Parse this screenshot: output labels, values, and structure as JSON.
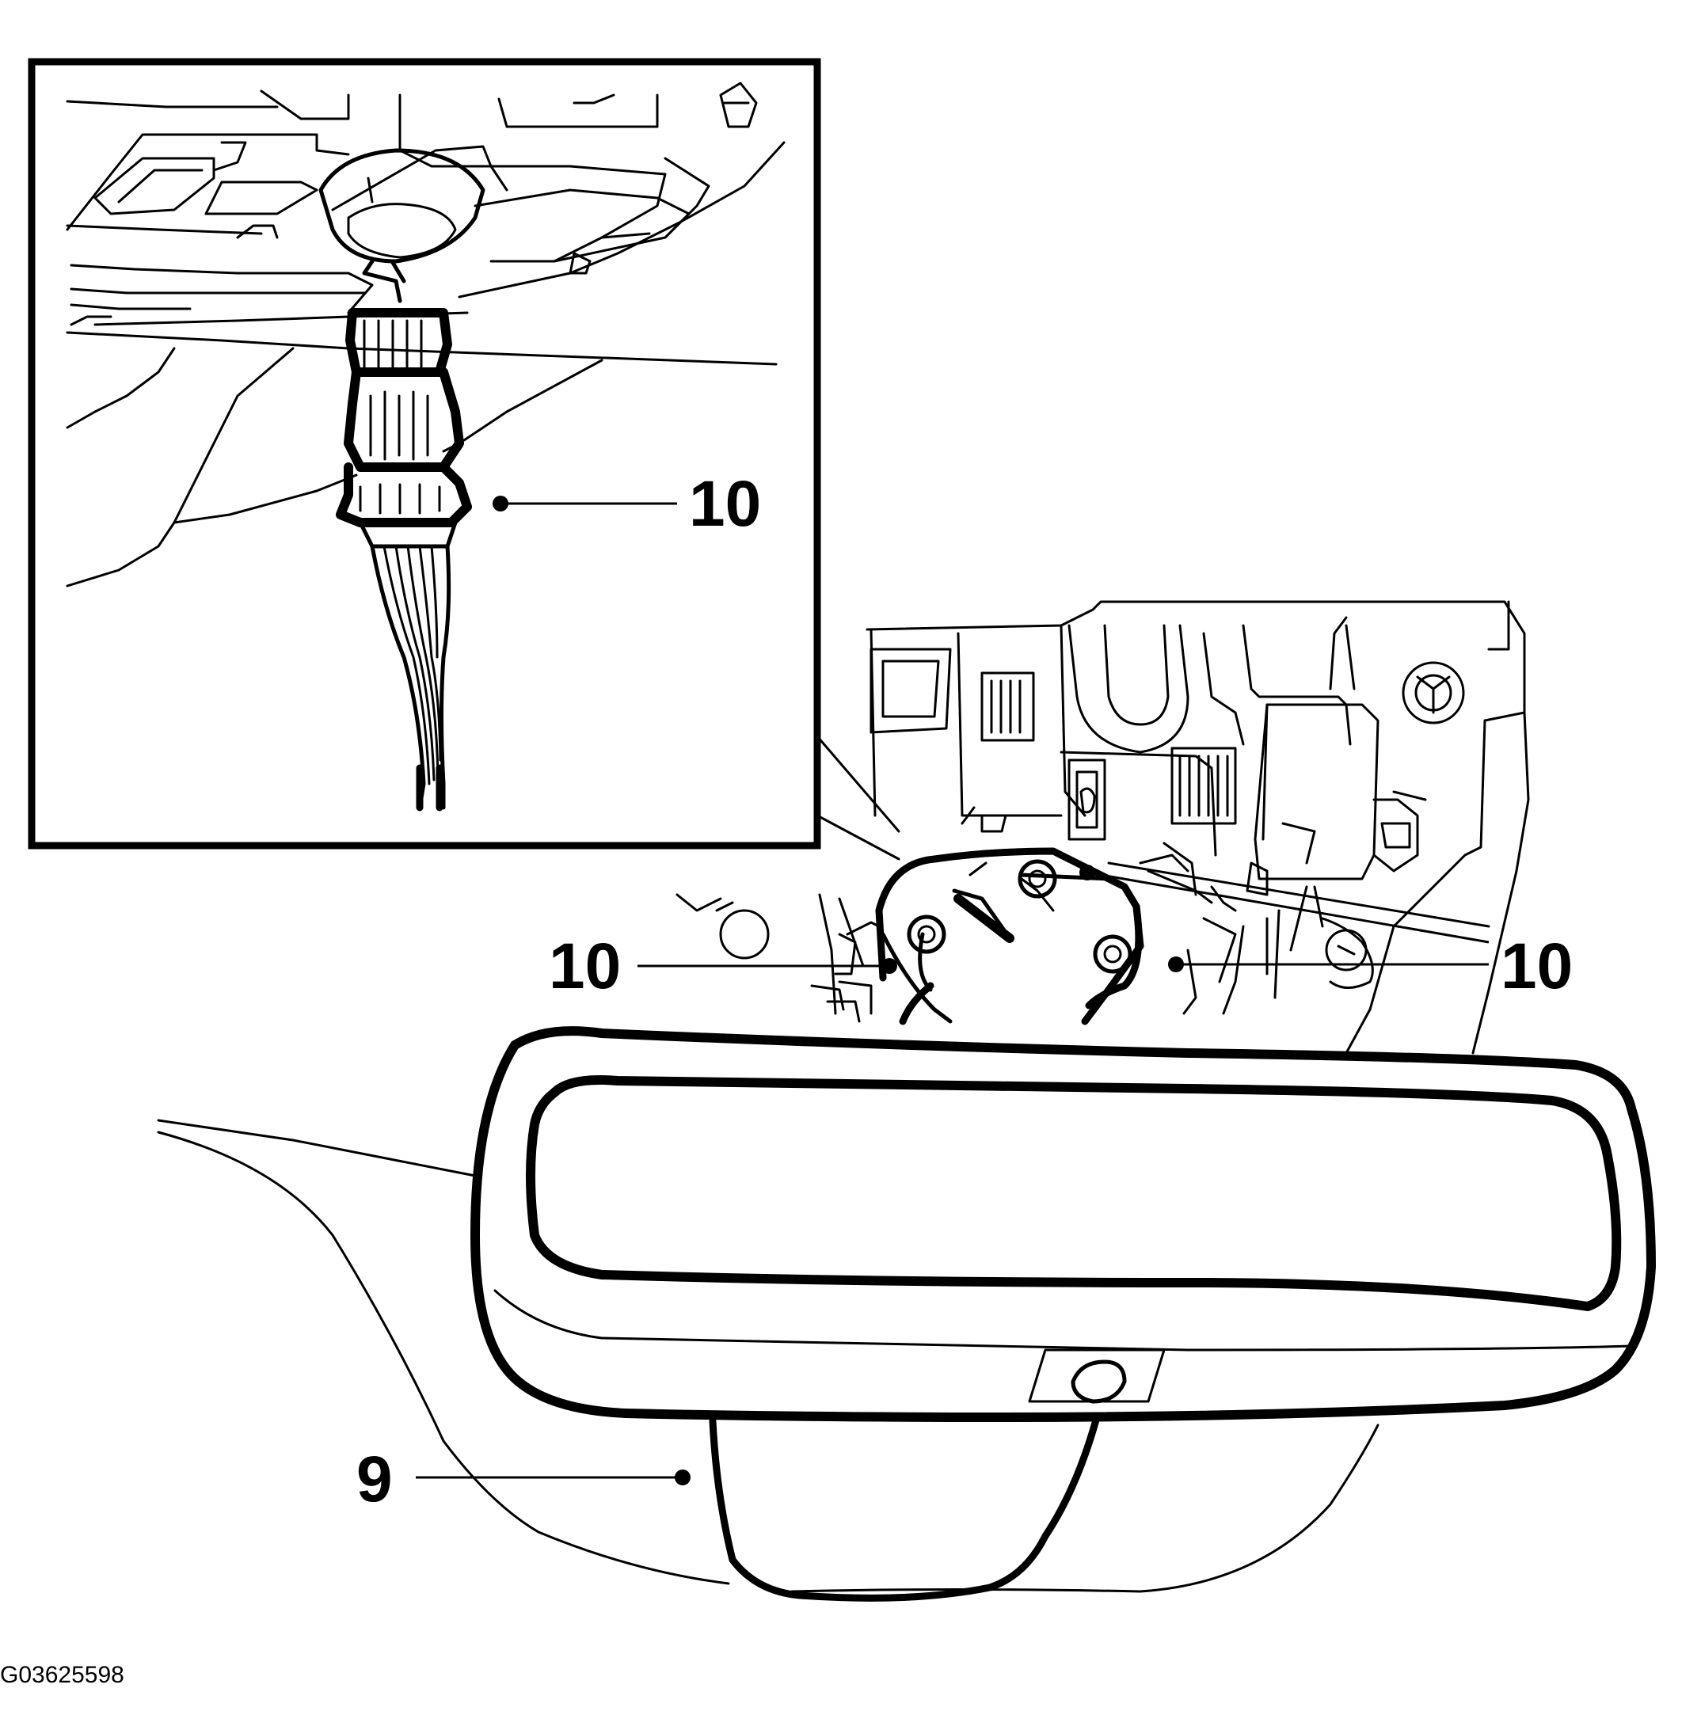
{
  "figure": {
    "id_label": "G03625598"
  },
  "callouts": [
    {
      "key": "inset_connector",
      "label": "10"
    },
    {
      "key": "left_screw",
      "label": "10"
    },
    {
      "key": "right_screw",
      "label": "10"
    },
    {
      "key": "mirror_cover",
      "label": "9"
    }
  ]
}
